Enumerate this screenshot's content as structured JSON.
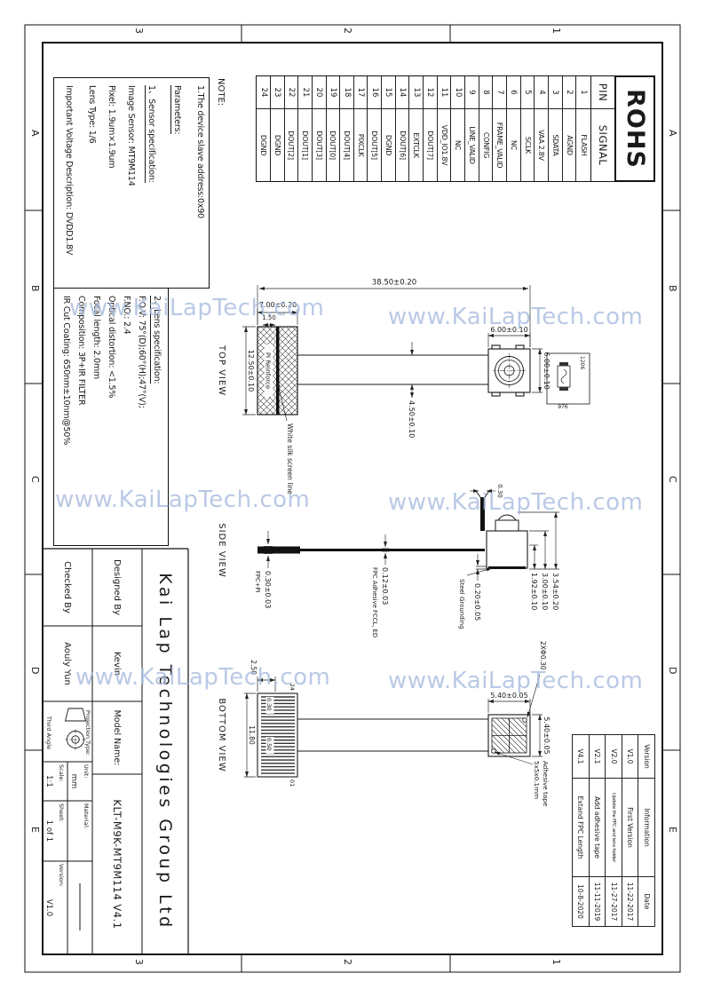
{
  "watermark": "www.KaiLapTech.com",
  "rohs": "ROHS",
  "zones": {
    "letters": [
      "A",
      "B",
      "C",
      "D",
      "E"
    ],
    "numbers": [
      "1",
      "2",
      "3"
    ]
  },
  "pin_table": {
    "pin_header": "PIN",
    "signal_header": "SIGNAL",
    "pins": [
      {
        "n": "1",
        "signal": "FLASH"
      },
      {
        "n": "2",
        "signal": "AGND"
      },
      {
        "n": "3",
        "signal": "SDATA"
      },
      {
        "n": "4",
        "signal": "VAA 2.8V"
      },
      {
        "n": "5",
        "signal": "SCLK"
      },
      {
        "n": "6",
        "signal": "NC"
      },
      {
        "n": "7",
        "signal": "FRAME_VALID"
      },
      {
        "n": "8",
        "signal": "CONFIG"
      },
      {
        "n": "9",
        "signal": "LINE_VALID"
      },
      {
        "n": "10",
        "signal": "NC"
      },
      {
        "n": "11",
        "signal": "VDD_IO1.8V"
      },
      {
        "n": "12",
        "signal": "DOUT[7]"
      },
      {
        "n": "13",
        "signal": "EXTCLK"
      },
      {
        "n": "14",
        "signal": "DOUT[6]"
      },
      {
        "n": "15",
        "signal": "DGND"
      },
      {
        "n": "16",
        "signal": "DOUT[5]"
      },
      {
        "n": "17",
        "signal": "PIXCLK"
      },
      {
        "n": "18",
        "signal": "DOUT[4]"
      },
      {
        "n": "19",
        "signal": "DOUT[0]"
      },
      {
        "n": "20",
        "signal": "DOUT[3]"
      },
      {
        "n": "21",
        "signal": "DOUT[1]"
      },
      {
        "n": "22",
        "signal": "DOUT[2]"
      },
      {
        "n": "23",
        "signal": "DGND"
      },
      {
        "n": "24",
        "signal": "DGND"
      }
    ]
  },
  "note": {
    "title": "NOTE:",
    "line1": "1.The device slave address:0x90"
  },
  "specs": {
    "params_heading": "Parameters:",
    "sensor_heading": "1、Sensor specification:",
    "sensor_lines": [
      "Image Sensor:  MT9M114",
      "Pixel:  1.9um×1.9um",
      "Lens Type:  1/6",
      "Important Voltage Description: DVDD1.8V"
    ],
    "lens_heading": "2、Lens specification:",
    "lens_lines": [
      "F.O.V:  75°(D);60°(H);47°(V);",
      "F.NO.:  2.4",
      "Optical distortion:  <1.5%",
      "Focal length:  2.0mm",
      "Composition:  3P+IR  FILTER",
      "IR Cut Coating:  650nm±10nm@50%"
    ]
  },
  "views": {
    "top": {
      "label": "TOP VIEW",
      "dim_total": "38.50±0.20",
      "dim_stiffener": "7.00±0.20",
      "dim_offset": "1.50",
      "dim_stiffener_width": "12.50±0.10",
      "dim_fpc_width": "4.50±0.10",
      "dim_cam_w": "6.00±0.10",
      "dim_cam_h": "6.00±0.10",
      "stiffener_label": "PI Reinforce",
      "silk_label": "White silk screen line",
      "comp_code_a": "1206",
      "comp_code_b": "976"
    },
    "side": {
      "label": "SIDE VIEW",
      "dim_total_h": "3.54±0.20",
      "dim_body_h": "3.00±0.10",
      "dim_holder_h": "1.92±0.10",
      "dim_steel": "0.20±0.05",
      "steel_label": "Steel Grounding",
      "dim_tail": "0.30",
      "dim_fpc_adhesive": "0.12±0.03",
      "fpc_adhesive_label": "FPC Adhesive FCCL, ED",
      "dim_fpc_pi": "0.30±0.03",
      "fpc_pi_label": "FPC+PI"
    },
    "bottom": {
      "label": "BOTTOM VIEW",
      "dim_tape_w": "5.40±0.05",
      "dim_tape_h": "5.40±0.05",
      "dim_holes": "2XΦ0.30",
      "tape_label_1": "Adhesive tape",
      "tape_label_2": "5x5x0.1mm",
      "dim_conn_width": "11.80",
      "dim_contact": "2.50",
      "dim_finger": "0.30",
      "dim_pitch": "0.50",
      "pin_last": "24",
      "pin_first": "01"
    }
  },
  "title_block": {
    "company": "Kai Lap Technologies Group Ltd",
    "designed_by_label": "Designed By",
    "designed_by": "Kevin",
    "checked_by_label": "Checked By",
    "checked_by": "Aouly Yun",
    "model_label": "Model Name:",
    "model_value": "KLT-M9K-MT9M114 V4.1",
    "projection_label": "Projection Type:",
    "projection_value": "Third Angle",
    "unit_label": "Unit:",
    "unit_value": "mm",
    "scale_label": "Scale:",
    "scale_value": "1:1",
    "material_label": "Material:",
    "sheet_label": "Sheet:",
    "sheet_value": "1 of 1",
    "version_label": "Version:",
    "version_value": "V1.0"
  },
  "revision_table": {
    "headers": [
      "Version",
      "Information",
      "Date"
    ],
    "rows": [
      [
        "V1.0",
        "First Version",
        "11-22-2017"
      ],
      [
        "V2.0",
        "Update the FPC and lens holder",
        "11-27-2017"
      ],
      [
        "V2.1",
        "Add adhesive tape",
        "11-11-2019"
      ],
      [
        "V4.1",
        "Extand FPC Length",
        "10-8-2020"
      ]
    ]
  }
}
